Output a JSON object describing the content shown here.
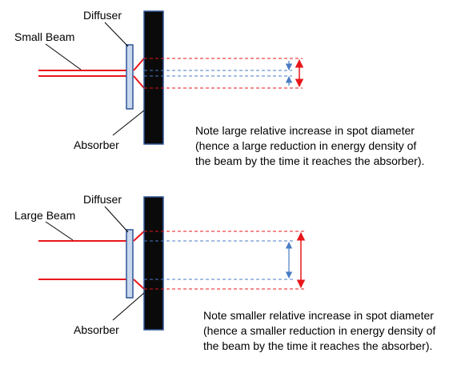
{
  "panel_top": {
    "beam_label": "Small Beam",
    "diffuser_label": "Diffuser",
    "absorber_label": "Absorber",
    "note_lines": [
      "Note large relative increase in spot diameter",
      "(hence a large reduction in energy density of",
      "the beam by the time it reaches the absorber)."
    ]
  },
  "panel_bottom": {
    "beam_label": "Large Beam",
    "diffuser_label": "Diffuser",
    "absorber_label": "Absorber",
    "note_lines": [
      "Note smaller relative increase in spot diameter",
      "(hence a smaller reduction in energy density of",
      "the beam by the time it reaches the absorber)."
    ]
  },
  "colors": {
    "beam": "#e8171b",
    "diffuser_fill": "#c9d8ee",
    "diffuser_stroke": "#2f5597",
    "absorber_fill": "#0a0a0a",
    "absorber_stroke": "#2f5597",
    "inner_arrow": "#4a7cc4",
    "outer_arrow": "#e8171b"
  }
}
